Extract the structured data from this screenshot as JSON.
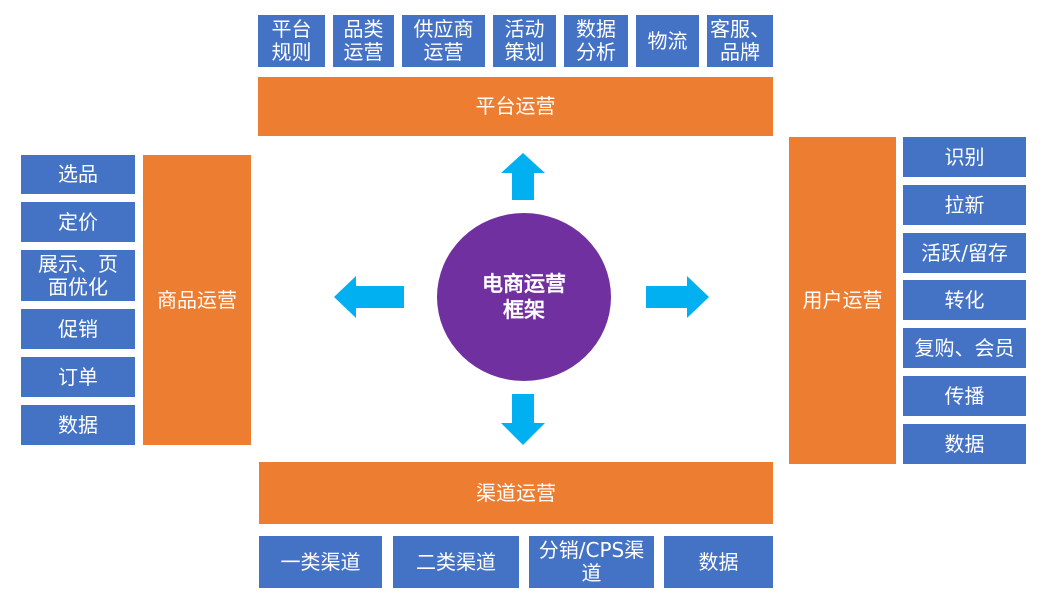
{
  "colors": {
    "blue_box": "#4472c4",
    "orange_box": "#ed7d31",
    "center_circle": "#7030a0",
    "arrow": "#00b0f0"
  },
  "center": {
    "label": "电商运营\n框架"
  },
  "platform": {
    "title": "平台运营",
    "items": [
      "平台\n规则",
      "品类\n运营",
      "供应商\n运营",
      "活动\n策划",
      "数据\n分析",
      "物流",
      "客服、\n品牌"
    ]
  },
  "product": {
    "title": "商品运营",
    "items": [
      "选品",
      "定价",
      "展示、页\n面优化",
      "促销",
      "订单",
      "数据"
    ]
  },
  "user": {
    "title": "用户运营",
    "items": [
      "识别",
      "拉新",
      "活跃/留存",
      "转化",
      "复购、会员",
      "传播",
      "数据"
    ]
  },
  "channel": {
    "title": "渠道运营",
    "items": [
      "一类渠道",
      "二类渠道",
      "分销/CPS渠\n道",
      "数据"
    ]
  }
}
